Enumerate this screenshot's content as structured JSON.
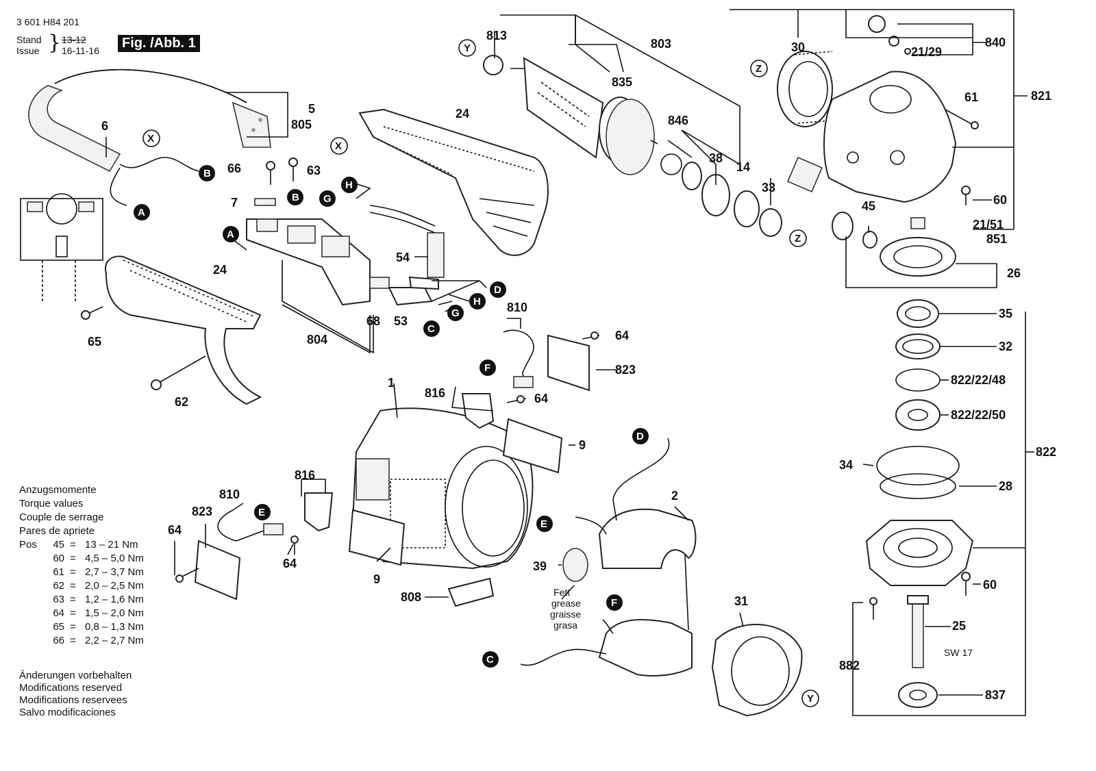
{
  "header": {
    "part_number": "3 601 H84 201",
    "stand_label": "Stand",
    "stand_value": "13-12",
    "issue_label": "Issue",
    "issue_value": "16-11-16",
    "figure_label": "Fig. /Abb. 1"
  },
  "torque": {
    "title_de": "Anzugsmomente",
    "title_en": "Torque values",
    "title_fr": "Couple de serrage",
    "title_ro": "Pares de apriete",
    "pos_label": "Pos",
    "rows": [
      {
        "pos": "45",
        "eq": "=",
        "val": "13 – 21 Nm"
      },
      {
        "pos": "60",
        "eq": "=",
        "val": "4,5 – 5,0 Nm"
      },
      {
        "pos": "61",
        "eq": "=",
        "val": "2,7 – 3,7 Nm"
      },
      {
        "pos": "62",
        "eq": "=",
        "val": "2,0 – 2,5 Nm"
      },
      {
        "pos": "63",
        "eq": "=",
        "val": "1,2 – 1,6 Nm"
      },
      {
        "pos": "64",
        "eq": "=",
        "val": "1,5 – 2,0 Nm"
      },
      {
        "pos": "65",
        "eq": "=",
        "val": "0,8 – 1,3 Nm"
      },
      {
        "pos": "66",
        "eq": "=",
        "val": "2,2 – 2,7 Nm"
      }
    ]
  },
  "notes": {
    "de": "Änderungen vorbehalten",
    "en": "Modifications reserved",
    "fr": "Modifications reservees",
    "es": "Salvo modificaciones"
  },
  "grease_note": {
    "l1": "Fett",
    "l2": "grease",
    "l3": "graisse",
    "l4": "grasa"
  },
  "spanner_note": "SW 17",
  "part_labels": {
    "p1": "1",
    "p2": "2",
    "p5": "5",
    "p6": "6",
    "p7": "7",
    "p9a": "9",
    "p9b": "9",
    "p14": "14",
    "p24a": "24",
    "p24b": "24",
    "p25": "25",
    "p26": "26",
    "p28": "28",
    "p30": "30",
    "p31": "31",
    "p32": "32",
    "p33": "33",
    "p34": "34",
    "p35": "35",
    "p38": "38",
    "p39": "39",
    "p45": "45",
    "p53": "53",
    "p54": "54",
    "p60a": "60",
    "p60b": "60",
    "p61": "61",
    "p62": "62",
    "p63": "63",
    "p64a": "64",
    "p64b": "64",
    "p64c": "64",
    "p64d": "64",
    "p65": "65",
    "p66": "66",
    "p68": "68",
    "p803": "803",
    "p804": "804",
    "p805": "805",
    "p808": "808",
    "p810a": "810",
    "p810b": "810",
    "p813": "813",
    "p816a": "816",
    "p816b": "816",
    "p821": "821",
    "p822": "822",
    "p822_22_48": "822/22/48",
    "p822_22_50": "822/22/50",
    "p823a": "823",
    "p823b": "823",
    "p835": "835",
    "p837": "837",
    "p840": "840",
    "p846": "846",
    "p851": "851",
    "p882": "882",
    "p21_29": "21/29",
    "p21_51": "21/51"
  },
  "ref_markers": {
    "A": "A",
    "B": "B",
    "C": "C",
    "D": "D",
    "E": "E",
    "F": "F",
    "G": "G",
    "H": "H",
    "X": "X",
    "Y": "Y",
    "Z": "Z"
  }
}
